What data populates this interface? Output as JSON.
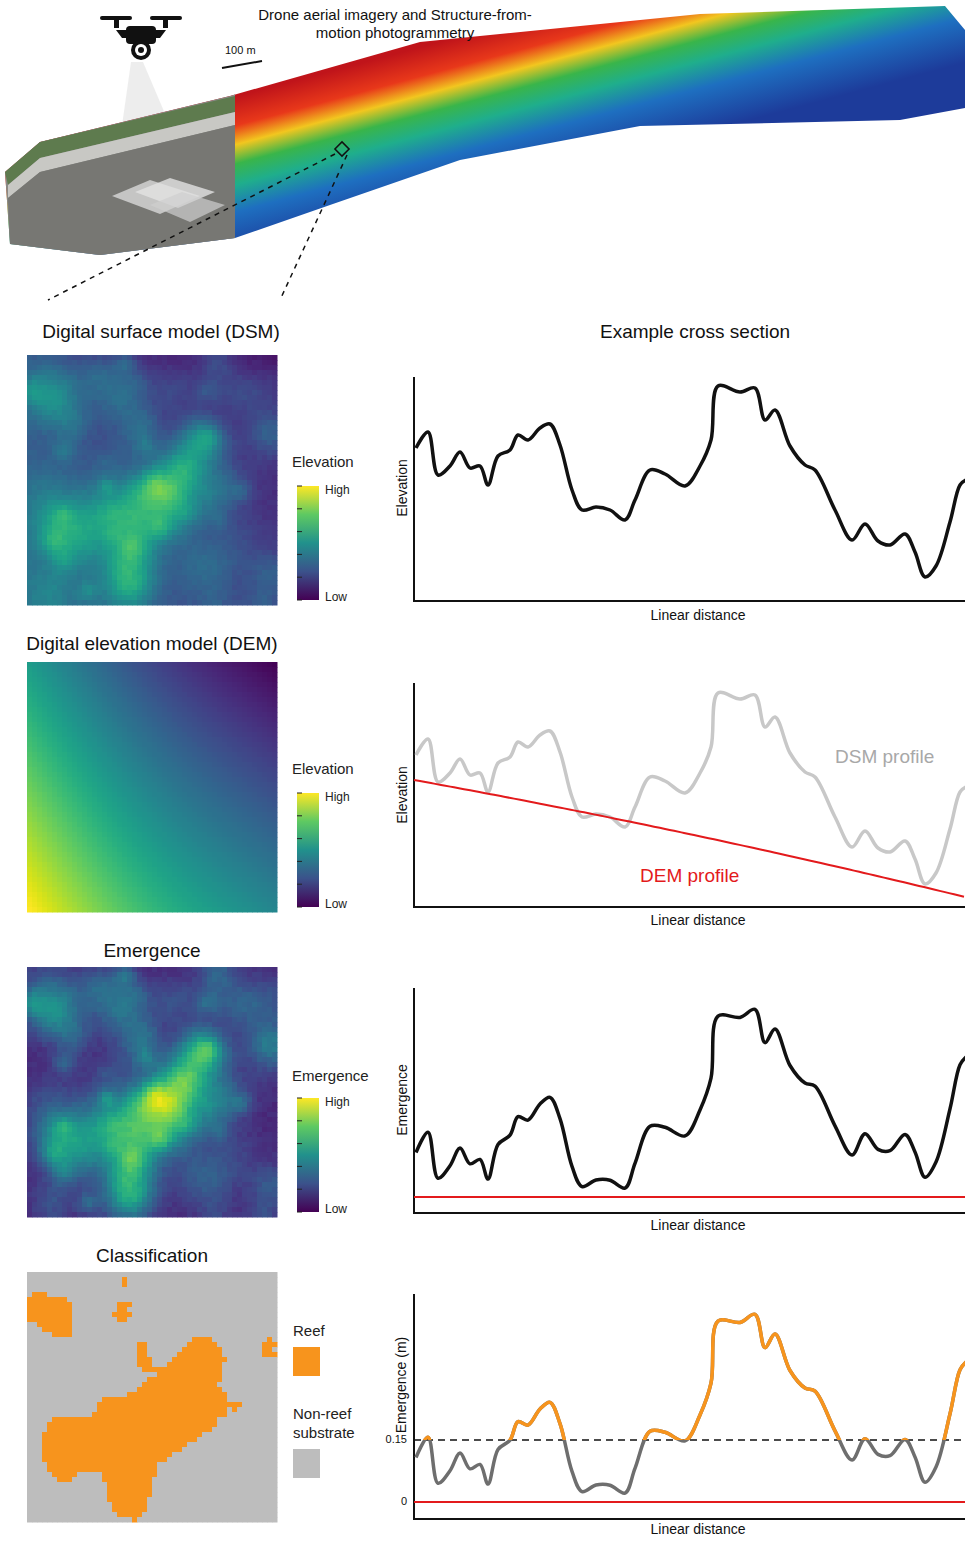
{
  "diagram": {
    "labels": [
      "Drone aerial imagery and Structure-from-motion photogrammetry",
      "100 m",
      "Digital surface model (DSM)",
      "Example cross section",
      "Elevation",
      "High",
      "Low",
      "Elevation",
      "Linear distance",
      "Digital elevation model (DEM)",
      "Elevation",
      "High",
      "Low",
      "Elevation",
      "DSM profile",
      "DEM profile",
      "Linear distance",
      "Emergence",
      "Emergence",
      "High",
      "Low",
      "Emergence",
      "Linear distance",
      "Classification",
      "Emergence (m)",
      "0.15",
      "0",
      "Linear distance"
    ],
    "legend": [
      {
        "text": "Reef",
        "color": "#f7941d"
      },
      {
        "text": "Non-reef substrate",
        "color": "#bdbdbd"
      }
    ]
  }
}
